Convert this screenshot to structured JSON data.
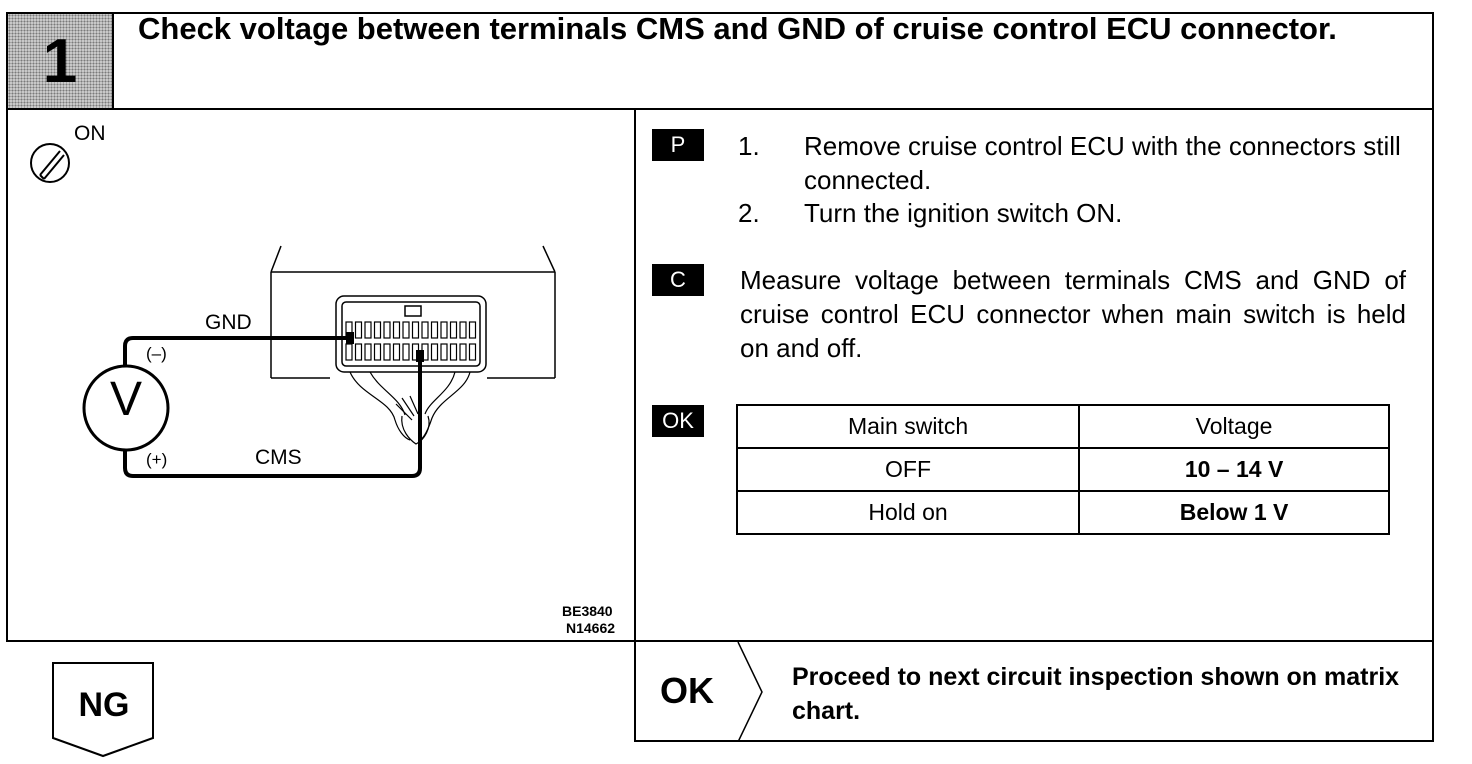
{
  "header": {
    "step_number": "1",
    "title": "Check voltage between terminals CMS and GND of cruise control ECU connector."
  },
  "figure": {
    "ignition_label": "ON",
    "gnd_label": "GND",
    "minus_label": "(–)",
    "plus_label": "(+)",
    "cms_label": "CMS",
    "voltmeter_label": "V",
    "code_1": "BE3840",
    "code_2": "N14662"
  },
  "instructions": {
    "p_badge": "P",
    "c_badge": "C",
    "ok_badge": "OK",
    "steps": [
      {
        "num": "1.",
        "text": "Remove cruise control ECU with the connectors still connected."
      },
      {
        "num": "2.",
        "text": "Turn the ignition switch ON."
      }
    ],
    "measure_text": "Measure voltage between terminals CMS and GND of cruise control ECU connector when main switch is held on and off."
  },
  "spec_table": {
    "headers": [
      "Main switch",
      "Voltage"
    ],
    "rows": [
      [
        "OFF",
        "10 – 14 V"
      ],
      [
        "Hold on",
        "Below 1 V"
      ]
    ]
  },
  "result": {
    "ok_label": "OK",
    "ok_text": "Proceed to next circuit inspection shown on matrix chart.",
    "ng_label": "NG"
  }
}
